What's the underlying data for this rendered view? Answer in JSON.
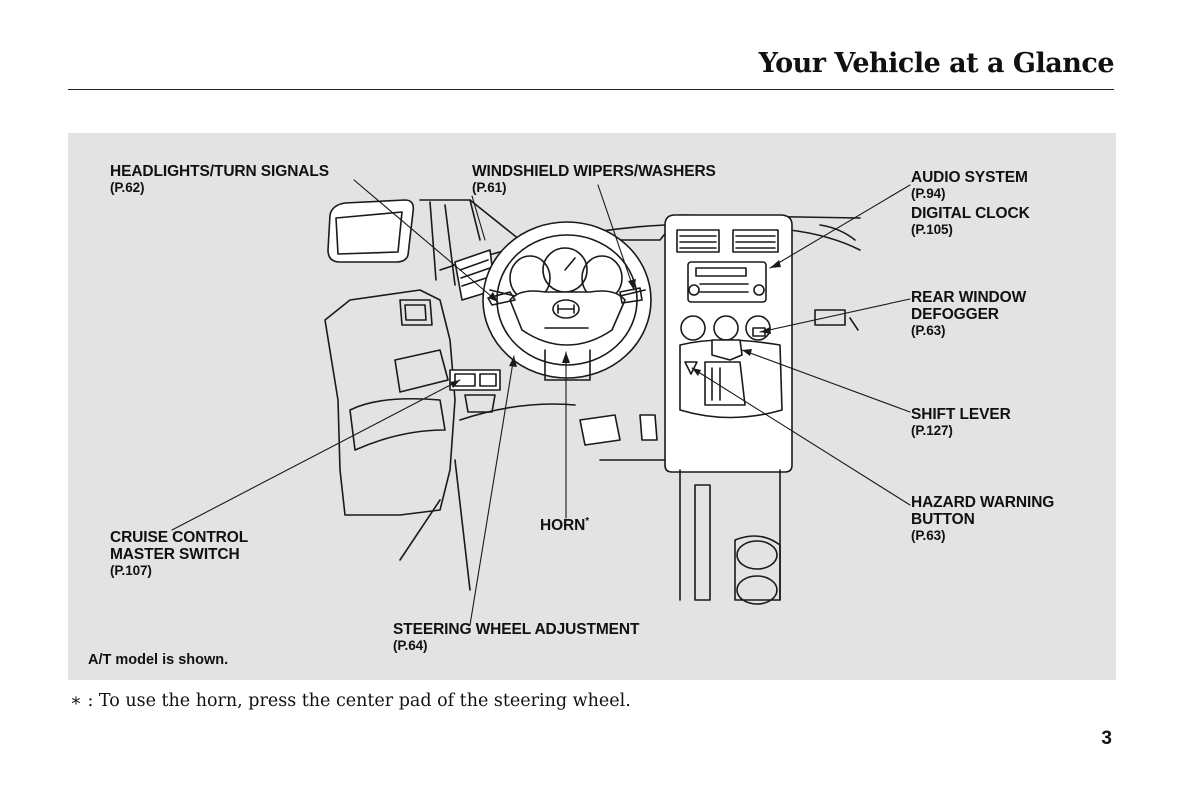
{
  "header": {
    "title": "Your Vehicle at a Glance"
  },
  "labels": {
    "headlights": {
      "name": "HEADLIGHTS/TURN SIGNALS",
      "page": "(P.62)"
    },
    "wipers": {
      "name": "WINDSHIELD WIPERS/WASHERS",
      "page": "(P.61)"
    },
    "audio": {
      "name": "AUDIO SYSTEM",
      "page": "(P.94)"
    },
    "clock": {
      "name": "DIGITAL CLOCK",
      "page": "(P.105)"
    },
    "defogger": {
      "name": "REAR WINDOW\nDEFOGGER",
      "page": "(P.63)"
    },
    "shift": {
      "name": "SHIFT LEVER",
      "page": "(P.127)"
    },
    "hazard": {
      "name": "HAZARD WARNING\nBUTTON",
      "page": "(P.63)"
    },
    "horn": {
      "name": "HORN",
      "mark": "*"
    },
    "cruise": {
      "name": "CRUISE CONTROL\nMASTER SWITCH",
      "page": "(P.107)"
    },
    "steering": {
      "name": "STEERING WHEEL ADJUSTMENT",
      "page": "(P.64)"
    }
  },
  "note": "A/T model is shown.",
  "footnote": "∗ :  To use the horn, press the center pad of the steering wheel.",
  "page_number": "3"
}
